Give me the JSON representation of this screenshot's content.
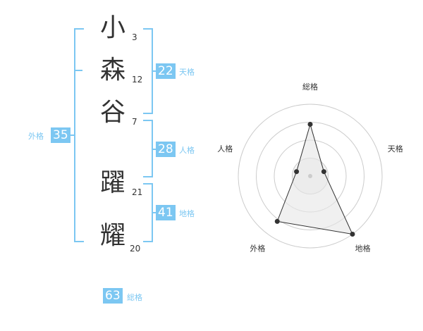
{
  "name": {
    "chars": [
      {
        "char": "小",
        "strokes": "3"
      },
      {
        "char": "森",
        "strokes": "12"
      },
      {
        "char": "谷",
        "strokes": "7"
      },
      {
        "char": "躍",
        "strokes": "21"
      },
      {
        "char": "耀",
        "strokes": "20"
      }
    ]
  },
  "fortunes": {
    "tenkaku": {
      "value": "22",
      "label": "天格"
    },
    "jinkaku": {
      "value": "28",
      "label": "人格"
    },
    "chikaku": {
      "value": "41",
      "label": "地格"
    },
    "gaikaku": {
      "value": "35",
      "label": "外格"
    },
    "soukaku": {
      "value": "63",
      "label": "総格"
    }
  },
  "colors": {
    "accent": "#7cc7f2",
    "text": "#333333",
    "grid": "#cccccc",
    "fill": "#eeeeee"
  },
  "chart_data": {
    "type": "radar",
    "axes": [
      "総格",
      "天格",
      "地格",
      "外格",
      "人格"
    ],
    "values": [
      0.72,
      0.2,
      1.0,
      0.78,
      0.2
    ],
    "rings": 4,
    "range": [
      0,
      1
    ]
  }
}
